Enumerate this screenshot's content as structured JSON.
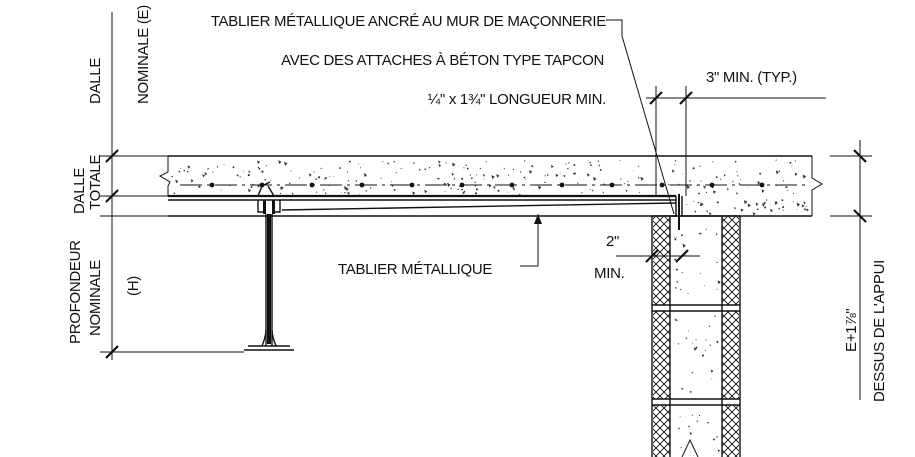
{
  "labels": {
    "callout_anchor_line1": "TABLIER MÉTALLIQUE ANCRÉ AU MUR DE MAÇONNERIE",
    "callout_anchor_line2": "AVEC DES ATTACHES À BÉTON TYPE TAPCON",
    "callout_anchor_line3": "¼\" x 1¾\" LONGUEUR MIN.",
    "dim_3in": "3\" MIN. (TYP.)",
    "dim_2in": "2\"",
    "dim_2in_min": "MIN.",
    "tablier": "TABLIER MÉTALLIQUE",
    "dalle_nominale_1": "DALLE",
    "dalle_nominale_2": "NOMINALE (E)",
    "dalle_totale_1": "DALLE",
    "dalle_totale_2": "TOTALE",
    "profondeur_1": "PROFONDEUR",
    "profondeur_2": "NOMINALE",
    "profondeur_3": "(H)",
    "elevation_1": "E+1⅞\"",
    "elevation_2": "DESSUS DE L'APPUI"
  }
}
